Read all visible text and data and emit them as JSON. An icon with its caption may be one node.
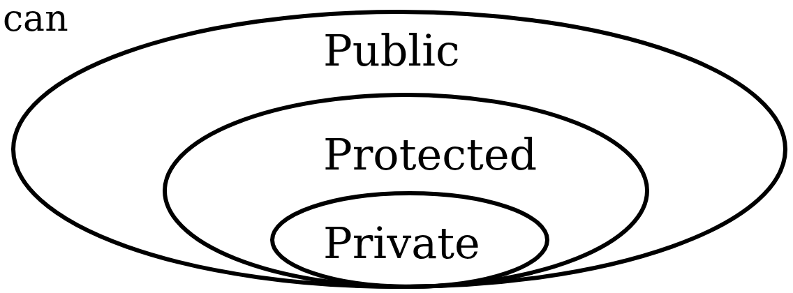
{
  "diagram": {
    "nodes": [
      {
        "text": [
          "Public"
        ]
      },
      {
        "text": [
          "Protected"
        ],
        "in": 0
      },
      {
        "text": [
          "Private"
        ],
        "in": 1
      }
    ],
    "labels": [
      "can"
    ]
  }
}
